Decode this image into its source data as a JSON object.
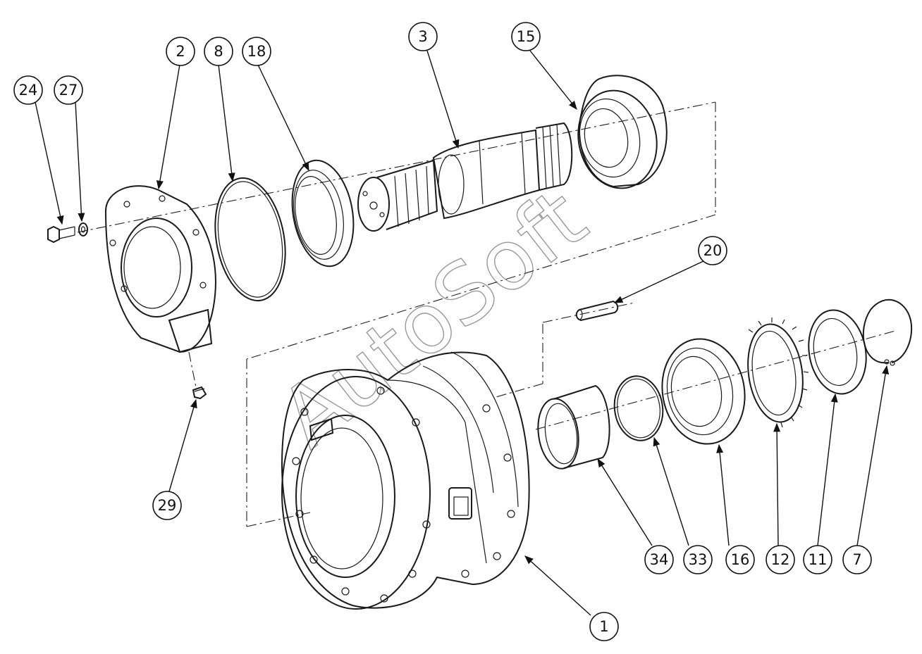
{
  "watermark": "AutoSoft",
  "callouts": [
    {
      "id": "c24",
      "label": "24"
    },
    {
      "id": "c27",
      "label": "27"
    },
    {
      "id": "c2",
      "label": "2"
    },
    {
      "id": "c8",
      "label": "8"
    },
    {
      "id": "c18",
      "label": "18"
    },
    {
      "id": "c3",
      "label": "3"
    },
    {
      "id": "c15",
      "label": "15"
    },
    {
      "id": "c20",
      "label": "20"
    },
    {
      "id": "c29",
      "label": "29"
    },
    {
      "id": "c34",
      "label": "34"
    },
    {
      "id": "c33",
      "label": "33"
    },
    {
      "id": "c16",
      "label": "16"
    },
    {
      "id": "c12",
      "label": "12"
    },
    {
      "id": "c11",
      "label": "11"
    },
    {
      "id": "c7",
      "label": "7"
    },
    {
      "id": "c1",
      "label": "1"
    }
  ]
}
